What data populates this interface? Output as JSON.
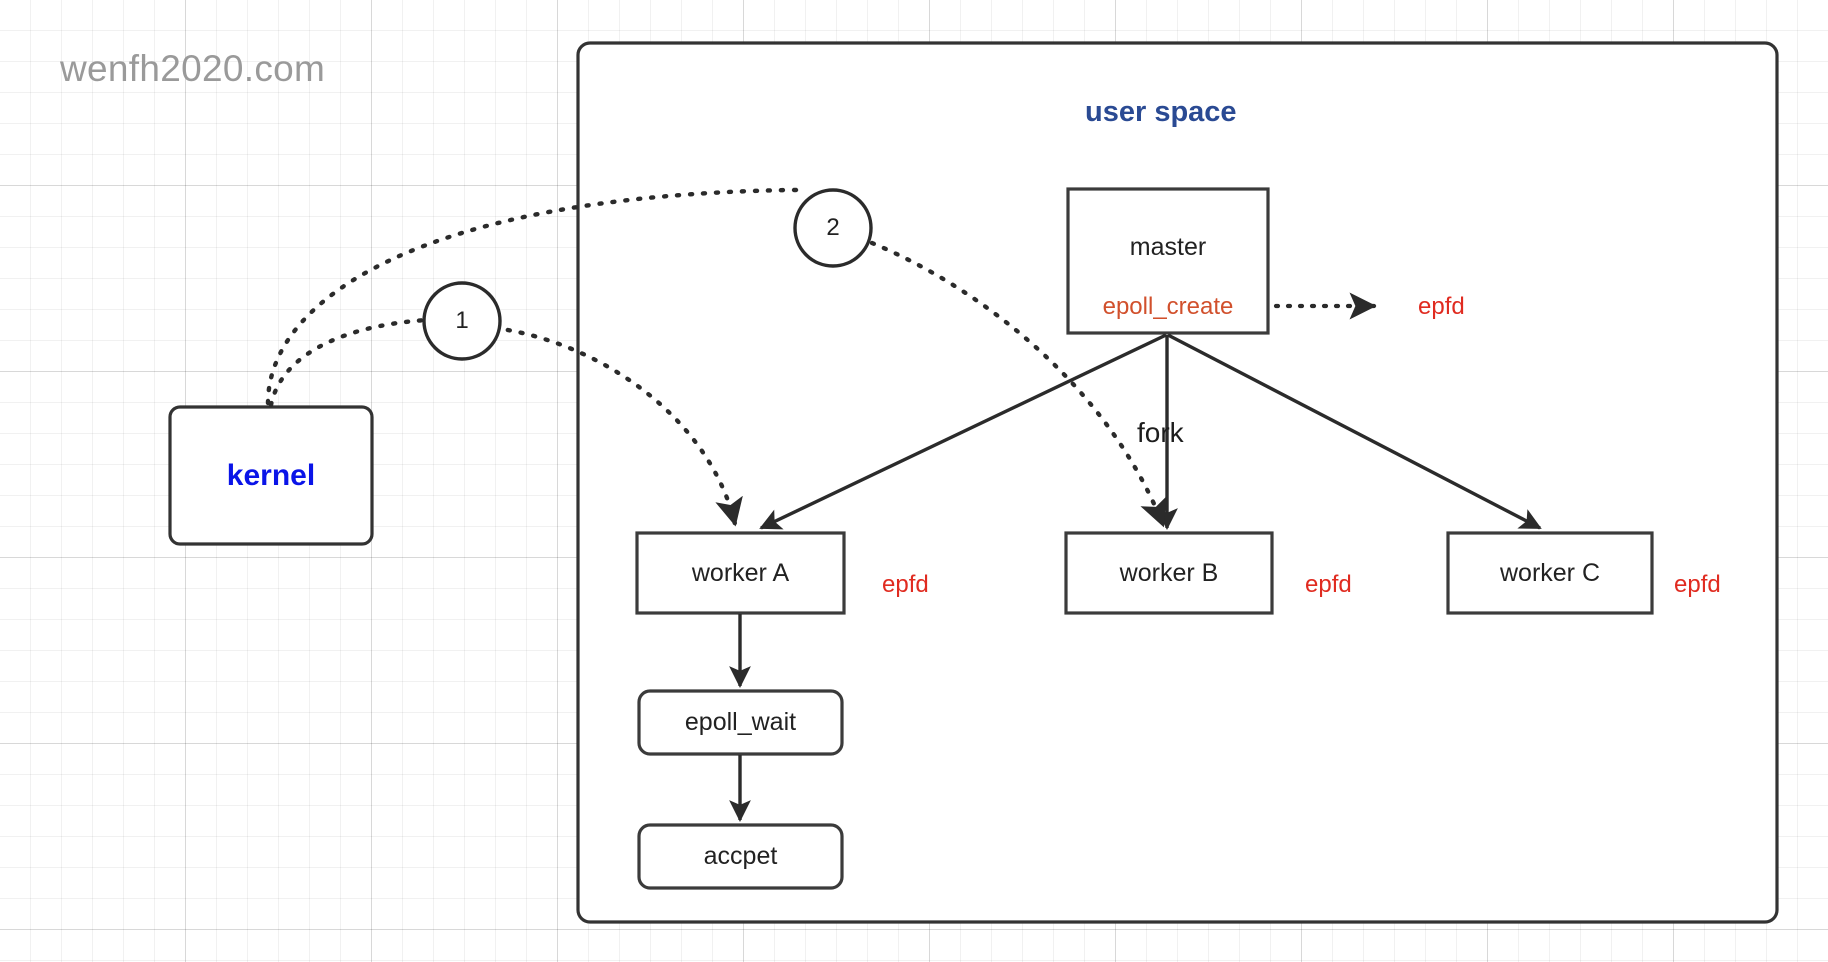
{
  "page": {
    "watermark": "wenfh2020.com",
    "background": "grid-paper"
  },
  "colors": {
    "kernel_text": "#0a14e8",
    "user_space_text": "#2a4a93",
    "epoll_create_text": "#d1502c",
    "epfd_text": "#e02b20",
    "stroke": "#333333",
    "grid": "#e8e8e8"
  },
  "user_space": {
    "title": "user space"
  },
  "kernel": {
    "label": "kernel"
  },
  "nodes": {
    "master": "master",
    "master_call": "epoll_create",
    "master_epfd": "epfd",
    "worker_a": "worker A",
    "worker_a_epfd": "epfd",
    "worker_b": "worker B",
    "worker_b_epfd": "epfd",
    "worker_c": "worker C",
    "worker_c_epfd": "epfd",
    "epoll_wait": "epoll_wait",
    "accpet": "accpet"
  },
  "edges": {
    "fork_label": "fork"
  },
  "markers": {
    "step_one": "1",
    "step_two": "2"
  }
}
